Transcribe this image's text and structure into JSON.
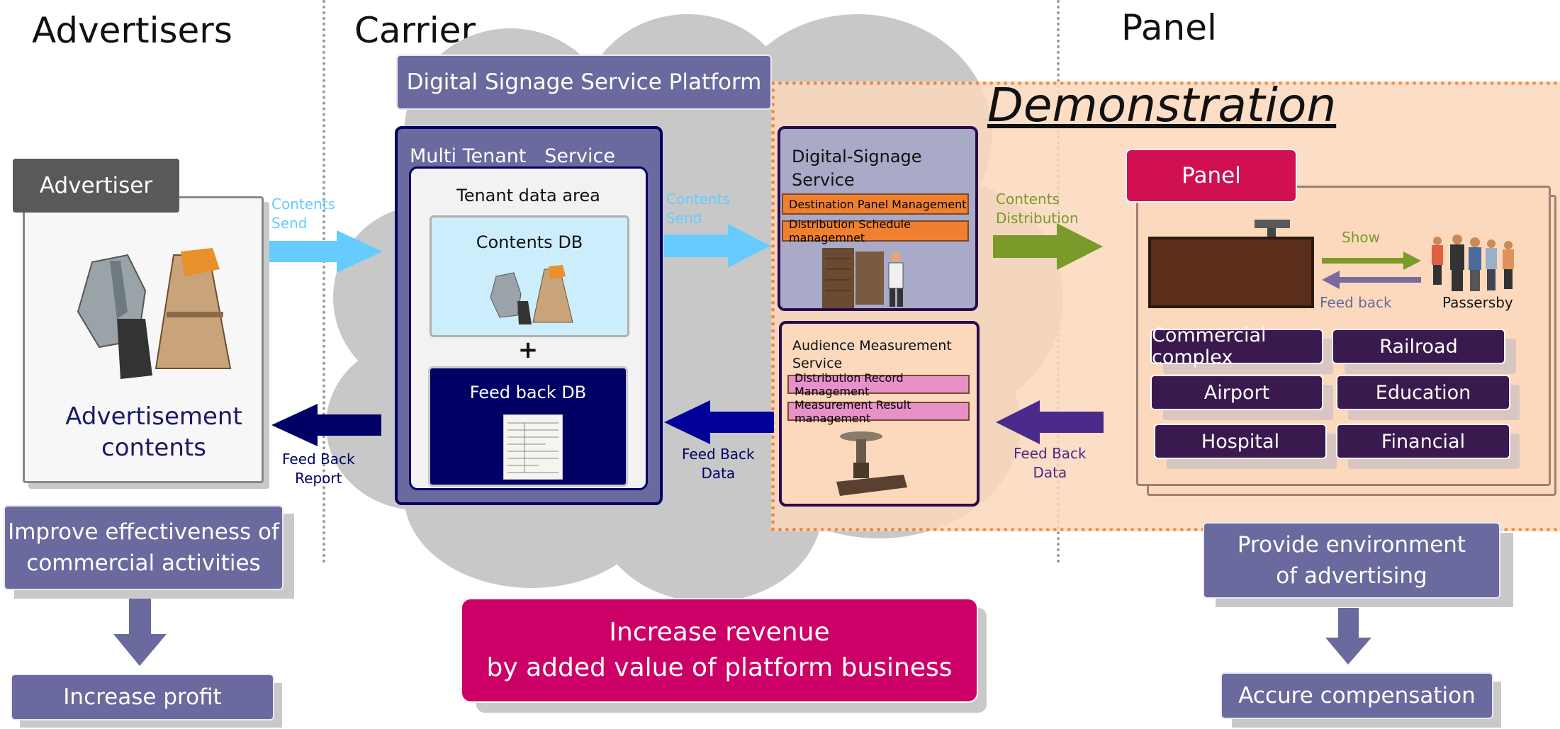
{
  "sections": {
    "advertisers": "Advertisers",
    "carrier": "Carrier",
    "panel": "Panel"
  },
  "platform_title": "Digital Signage Service Platform",
  "demonstration": "Demonstration",
  "advertiser": {
    "tag": "Advertiser",
    "contents_line1": "Advertisement",
    "contents_line2": "contents"
  },
  "multi_tenant": {
    "title": "Multi Tenant   Service",
    "tenant_area": "Tenant data area",
    "contents_db": "Contents DB",
    "plus": "+",
    "feedback_db": "Feed back DB"
  },
  "signage_service": {
    "title_line1": "Digital-Signage",
    "title_line2": "Service",
    "items": [
      "Destination Panel Management",
      "Distribution Schedule managemnet"
    ]
  },
  "audience_service": {
    "title_line1": "Audience Measurement",
    "title_line2": "Service",
    "items": [
      "Distribution Record Management",
      "Measurement Result management"
    ]
  },
  "panel_box": {
    "tag": "Panel",
    "show": "Show",
    "feedback": "Feed back",
    "passersby": "Passersby",
    "locations": [
      "Commercial complex",
      "Railroad",
      "Airport",
      "Education",
      "Hospital",
      "Financial"
    ]
  },
  "arrows": {
    "contents_send_1": [
      "Contents",
      "Send"
    ],
    "contents_send_2": [
      "Contents",
      "Send"
    ],
    "contents_distribution": [
      "Contents",
      "Distribution"
    ],
    "feedback_report": [
      "Feed Back",
      "Report"
    ],
    "feedback_data_1": [
      "Feed Back",
      "Data"
    ],
    "feedback_data_2": [
      "Feed Back",
      "Data"
    ]
  },
  "outcomes": {
    "advertisers_benefit": [
      "Improve effectiveness of",
      "commercial activities"
    ],
    "advertisers_result": "Increase profit",
    "carrier_benefit": [
      "Increase revenue",
      "by added value of platform business"
    ],
    "panel_benefit": [
      "Provide environment",
      "of advertising"
    ],
    "panel_result": "Accure compensation"
  },
  "colors": {
    "purple": "#6a6a9e",
    "navy": "#000066",
    "magenta": "#cc0066",
    "light_blue": "#66ccff",
    "green": "#7a9a2a",
    "orange": "#f08030",
    "demo_fill": "#fcd9bd"
  }
}
